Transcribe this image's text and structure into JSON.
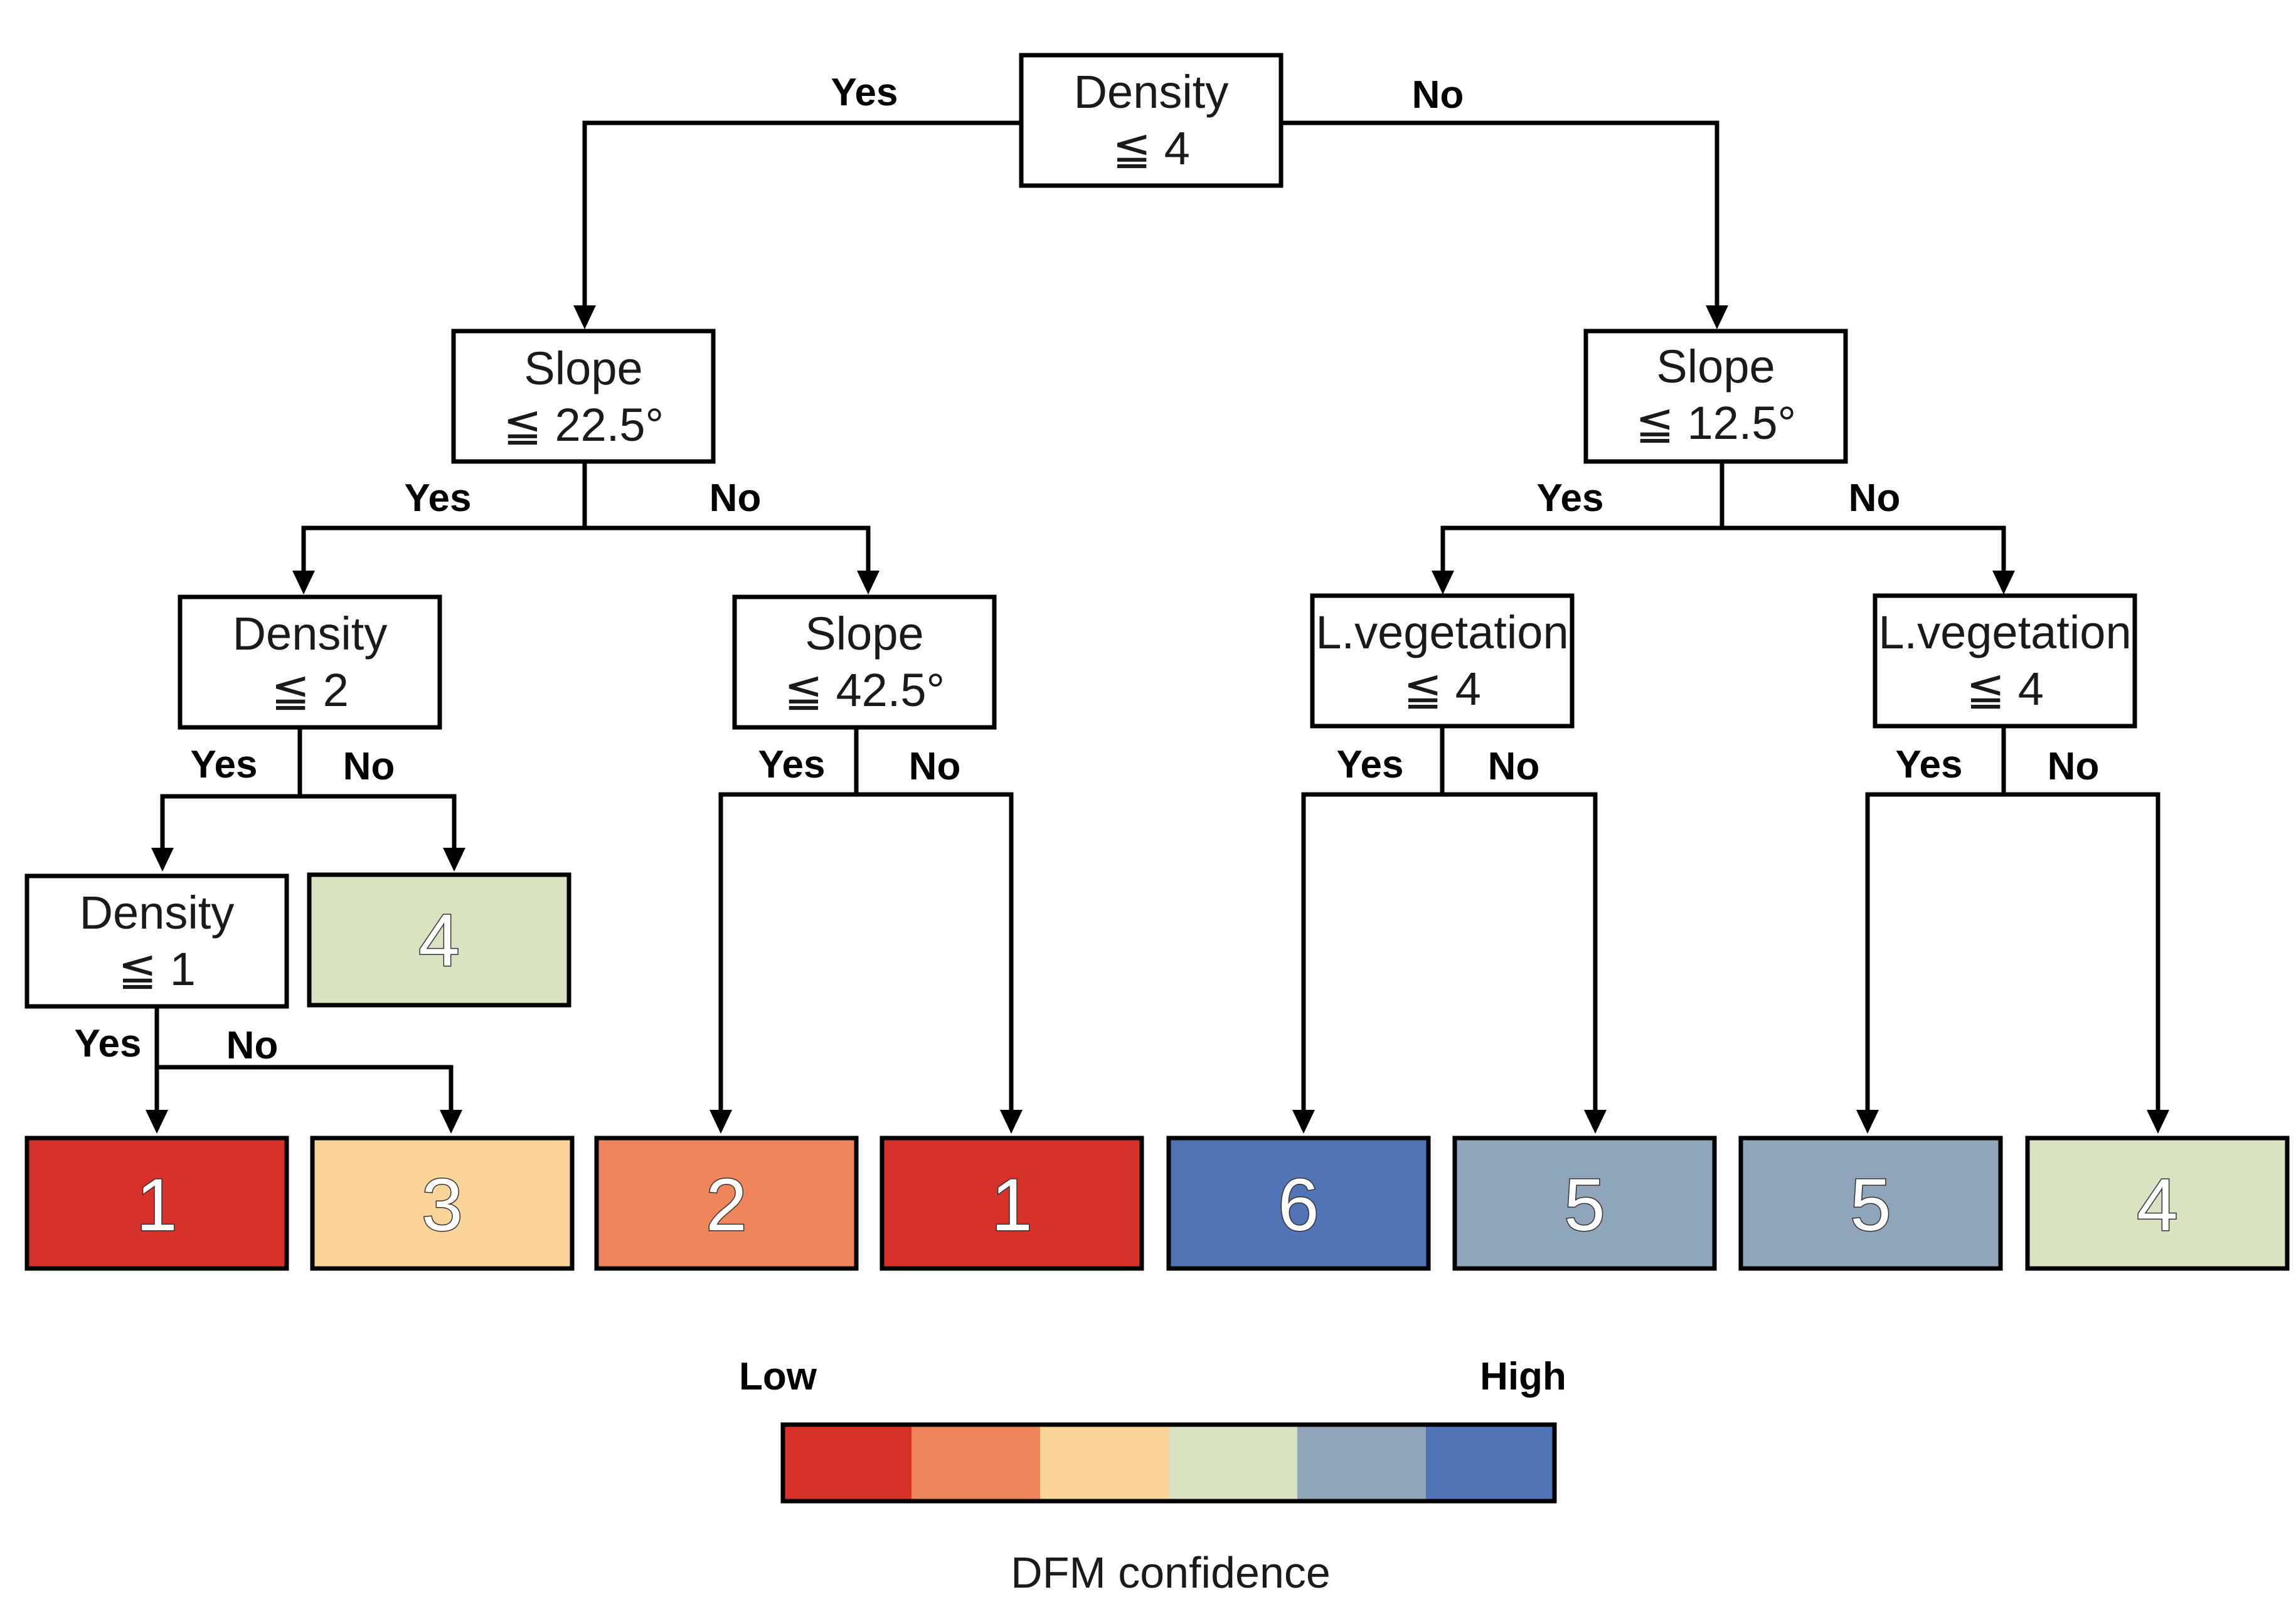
{
  "colors": {
    "c1": "#d7312a",
    "c2": "#f0845b",
    "c3": "#fbd49a",
    "c4": "#d9e2c1",
    "c5": "#8ea5ba",
    "c6": "#5174b6"
  },
  "branch_labels": {
    "yes": "Yes",
    "no": "No"
  },
  "nodes": {
    "root": {
      "line1": "Density",
      "line2": "≦ 4"
    },
    "slope225": {
      "line1": "Slope",
      "line2": "≦ 22.5°"
    },
    "slope125": {
      "line1": "Slope",
      "line2": "≦ 12.5°"
    },
    "density2": {
      "line1": "Density",
      "line2": "≦ 2"
    },
    "slope425": {
      "line1": "Slope",
      "line2": "≦ 42.5°"
    },
    "lveg_a": {
      "line1": "L.vegetation",
      "line2": "≦ 4"
    },
    "lveg_b": {
      "line1": "L.vegetation",
      "line2": "≦ 4"
    },
    "density1": {
      "line1": "Density",
      "line2": "≦ 1"
    }
  },
  "leaves": {
    "density2_no": {
      "value": "4",
      "color": "c4"
    },
    "density1_yes": {
      "value": "1",
      "color": "c1"
    },
    "density1_no": {
      "value": "3",
      "color": "c3"
    },
    "slope425_yes": {
      "value": "2",
      "color": "c2"
    },
    "slope425_no": {
      "value": "1",
      "color": "c1"
    },
    "lveg_a_yes": {
      "value": "6",
      "color": "c6"
    },
    "lveg_a_no": {
      "value": "5",
      "color": "c5"
    },
    "lveg_b_yes": {
      "value": "5",
      "color": "c5"
    },
    "lveg_b_no": {
      "value": "4",
      "color": "c4"
    }
  },
  "legend": {
    "low": "Low",
    "high": "High",
    "title": "DFM confidence",
    "scale": [
      "c1",
      "c2",
      "c3",
      "c4",
      "c5",
      "c6"
    ]
  }
}
